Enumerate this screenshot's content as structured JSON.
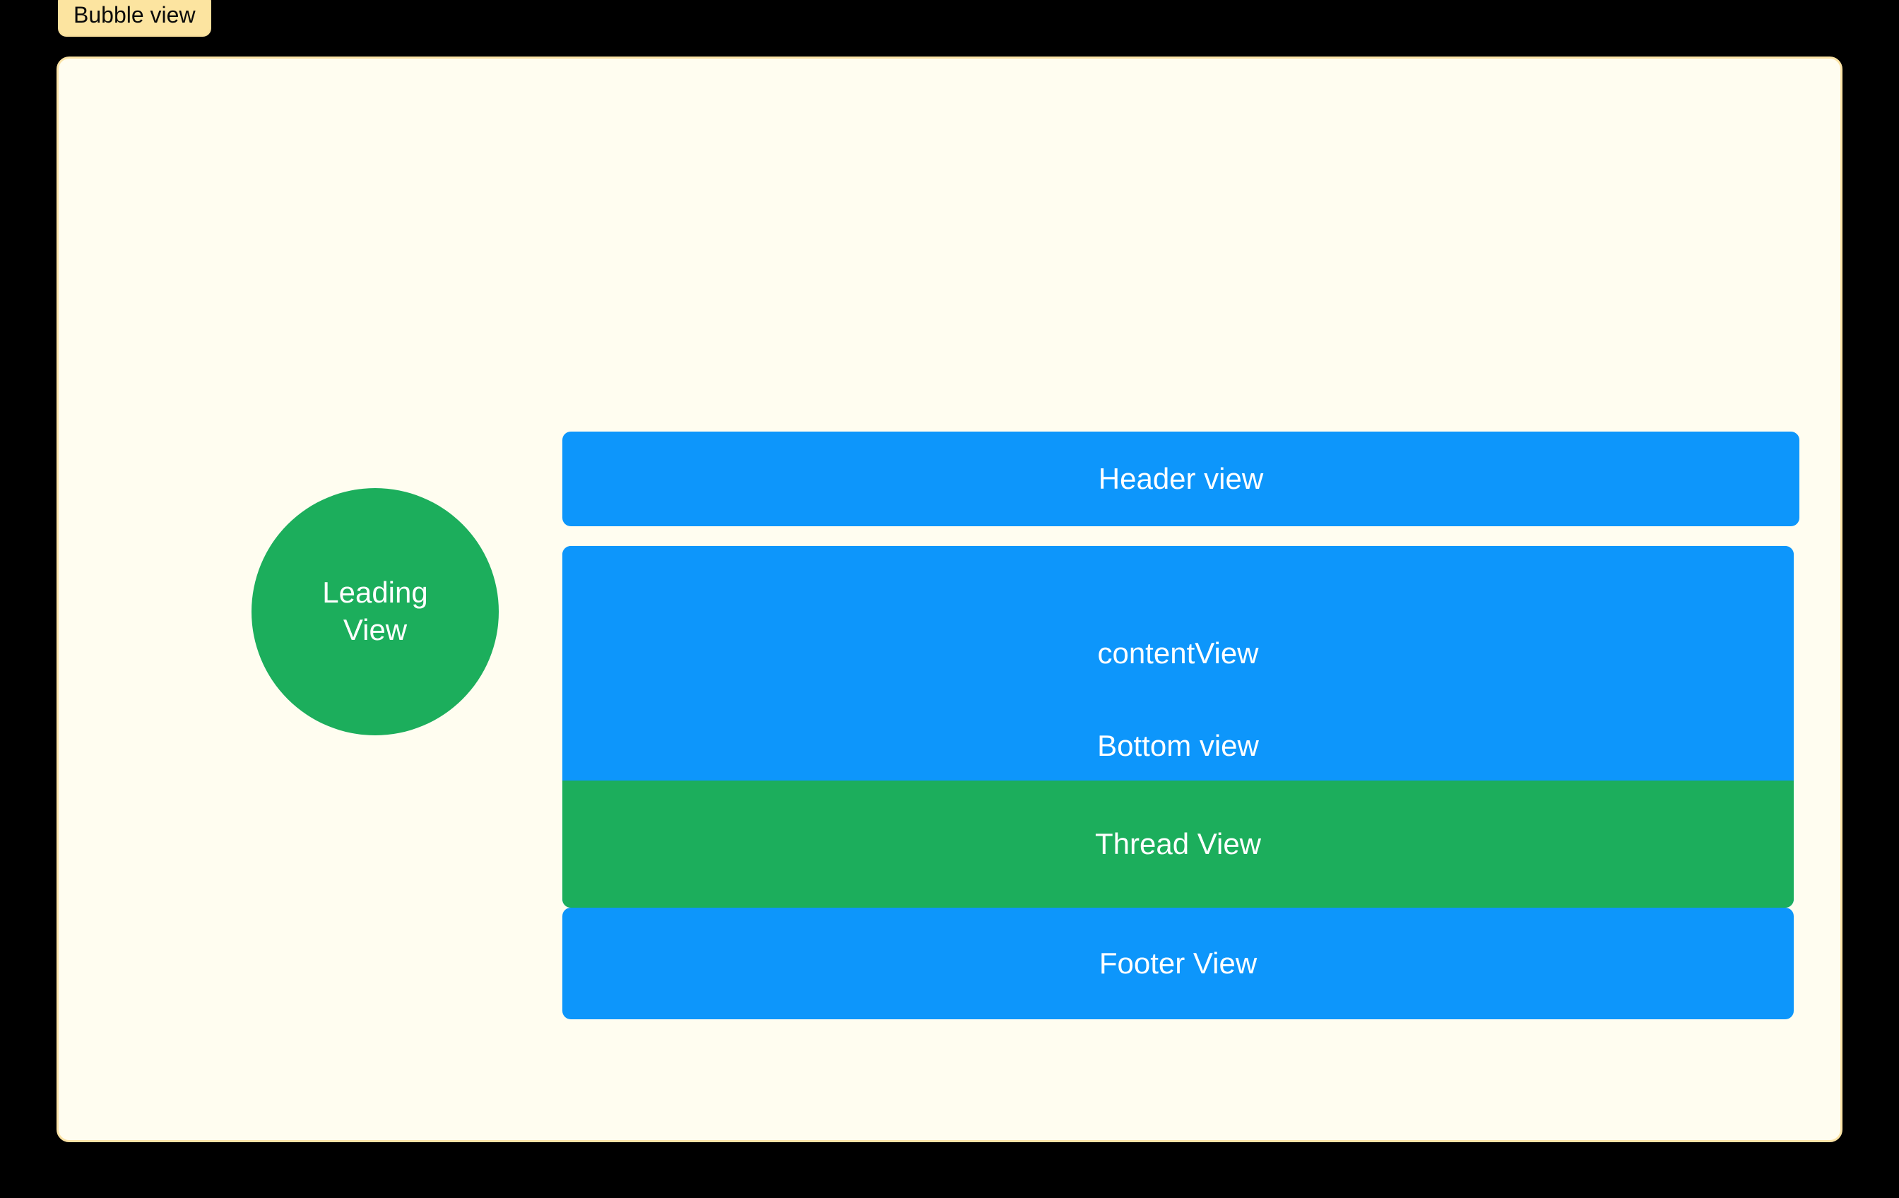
{
  "canvas": {
    "background_color": "#000000"
  },
  "bubble_tag": {
    "label": "Bubble view",
    "background_color": "#FCE4A0",
    "text_color": "#0A0A0A"
  },
  "bubble_container": {
    "background_color": "#FFFDF0",
    "border_color": "#FBE3A6"
  },
  "leading_view": {
    "label_line_1": "Leading",
    "label_line_2": "View",
    "background_color": "#1CAE5C",
    "text_color": "#FFFFFF"
  },
  "stack": {
    "header_view": {
      "label": "Header view",
      "background_color": "#0D96FB",
      "text_color": "#FFFFFF"
    },
    "content_view": {
      "label": "contentView",
      "bottom_label": "Bottom view",
      "background_color": "#0D96FB",
      "text_color": "#FFFFFF"
    },
    "thread_view": {
      "label": "Thread View",
      "background_color": "#1CAE5C",
      "text_color": "#FFFFFF"
    },
    "footer_view": {
      "label": "Footer View",
      "background_color": "#0D96FB",
      "text_color": "#FFFFFF"
    }
  }
}
